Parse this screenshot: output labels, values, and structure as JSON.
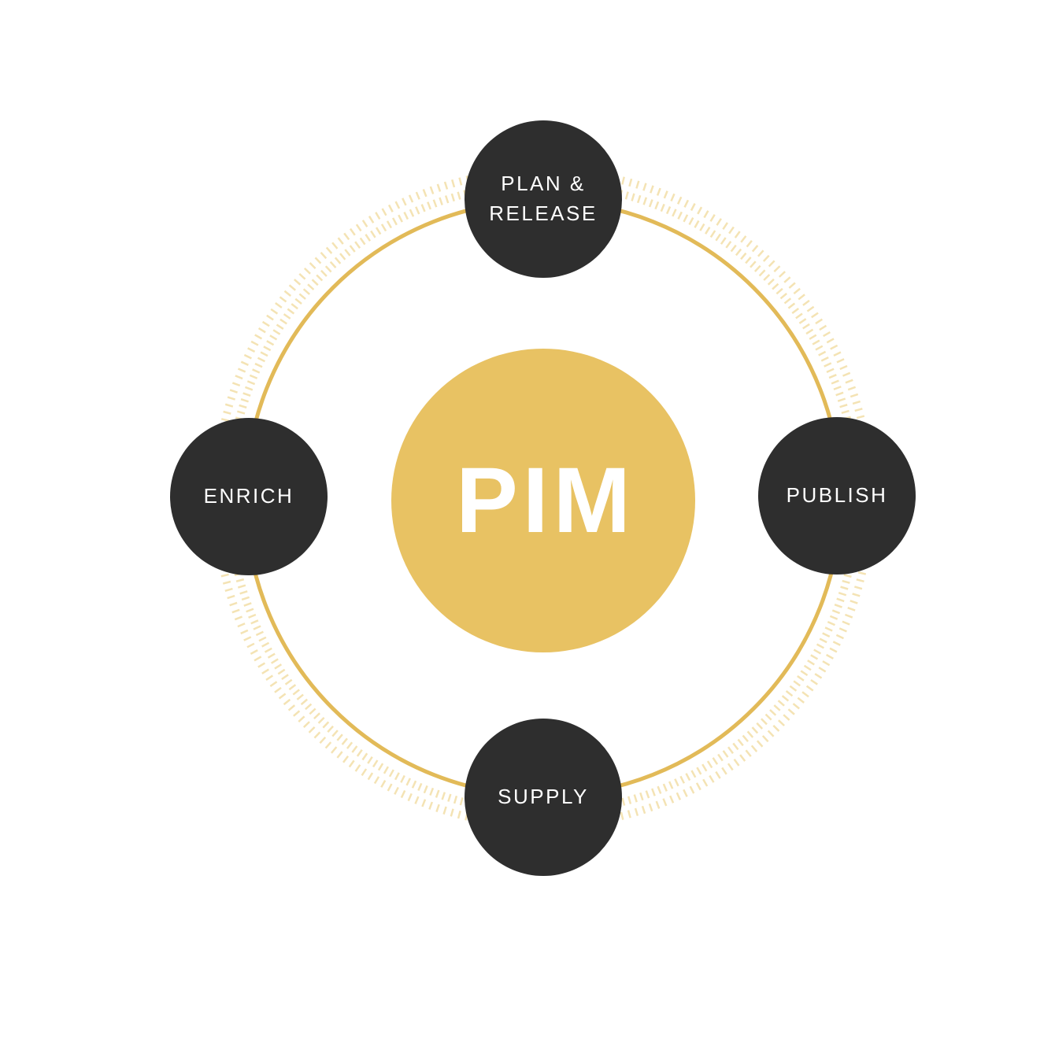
{
  "diagram": {
    "type": "cycle",
    "center": {
      "label": "PIM"
    },
    "nodes": [
      {
        "id": "plan-release",
        "position": "top",
        "label_lines": [
          "PLAN &",
          "RELEASE"
        ]
      },
      {
        "id": "publish",
        "position": "right",
        "label": "PUBLISH"
      },
      {
        "id": "supply",
        "position": "bottom",
        "label": "SUPPLY"
      },
      {
        "id": "enrich",
        "position": "left",
        "label": "ENRICH"
      }
    ],
    "colors": {
      "background": "#FFFFFF",
      "center_fill": "#E8C263",
      "center_text": "#FFFFFF",
      "node_fill": "#2E2E2E",
      "node_text": "#FFFFFF",
      "ring_stroke": "#E2BA58",
      "tick_stroke": "#F4E3B4"
    }
  }
}
